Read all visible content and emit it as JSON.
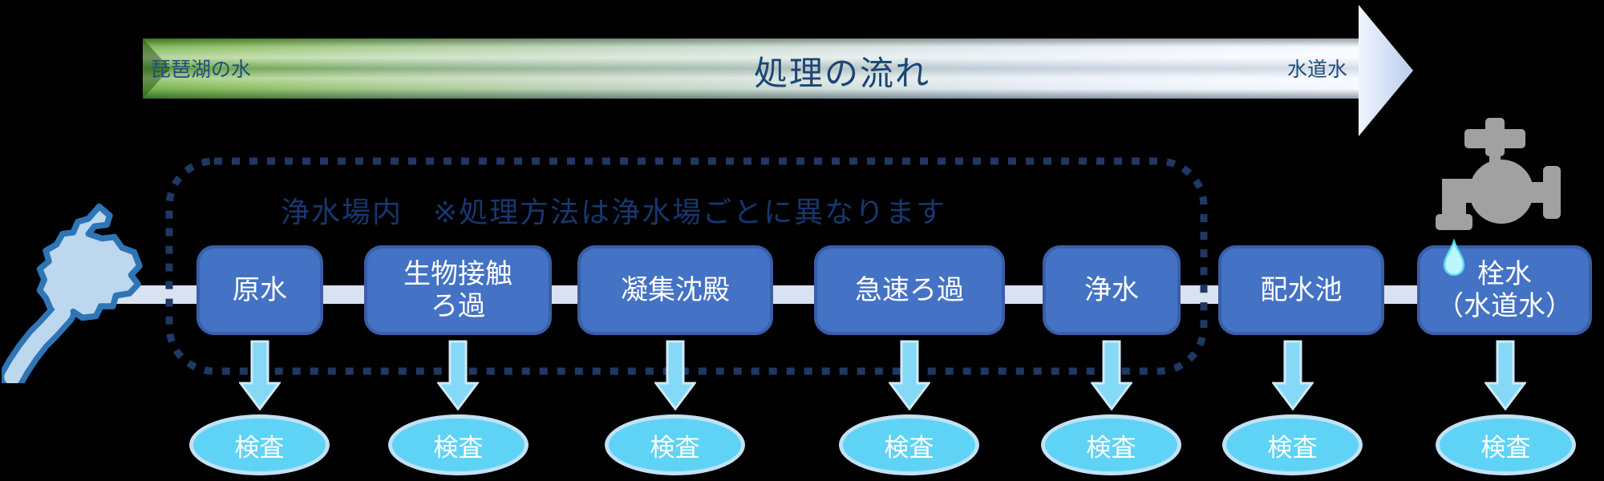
{
  "flow_arrow": {
    "source_label": "琵琶湖の水",
    "title": "処理の流れ",
    "destination_label": "水道水"
  },
  "plant": {
    "label": "浄水場内　※処理方法は浄水場ごとに異なります"
  },
  "stages": [
    {
      "label": "原水",
      "inspection": "検査"
    },
    {
      "label": "生物接触\nろ過",
      "inspection": "検査"
    },
    {
      "label": "凝集沈殿",
      "inspection": "検査"
    },
    {
      "label": "急速ろ過",
      "inspection": "検査"
    },
    {
      "label": "浄水",
      "inspection": "検査"
    },
    {
      "label": "配水池",
      "inspection": "検査"
    },
    {
      "label": "栓水\n（水道水）",
      "inspection": "検査"
    }
  ],
  "icons": {
    "lake": "lake-biwa-icon",
    "faucet": "faucet-icon",
    "droplet": "water-drop-icon",
    "down_arrow": "down-arrow-icon"
  },
  "colors": {
    "stage_box_fill": "#4472C4",
    "stage_box_border": "#3A5EA8",
    "pipe": "#D9E2F3",
    "dotted_border": "#1F3864",
    "inspection_fill": "#5FD3F5",
    "inspection_border": "#C3E1F5",
    "arrow_green_start": "#61A833",
    "arrow_blue_end": "#F3F8FF",
    "label_navy": "#1F4E79",
    "faucet_gray": "#A1A1A1",
    "droplet_fill": "#BDF6FF",
    "lake_fill": "#BDD7EE",
    "lake_stroke": "#2E75B6"
  }
}
